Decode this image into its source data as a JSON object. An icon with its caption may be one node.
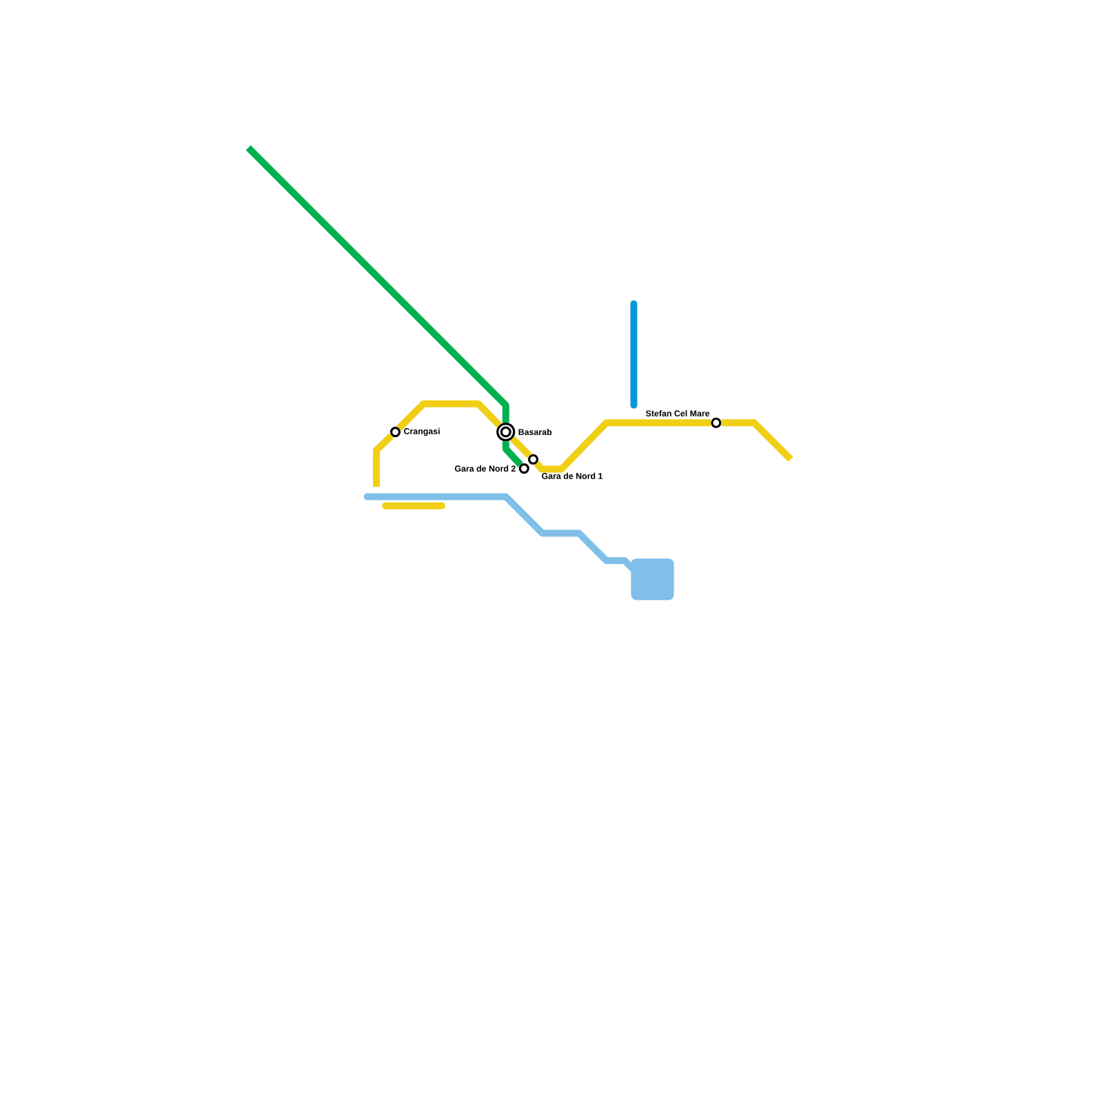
{
  "diagram": {
    "nodes": [
      {
        "text": [
          "Crangasi"
        ]
      },
      {
        "text": [
          "Basarab"
        ]
      },
      {
        "text": [
          "Gara de Nord 1"
        ]
      },
      {
        "text": [
          "Gara de Nord 2"
        ]
      },
      {
        "text": [
          "Stefan Cel Mare"
        ]
      }
    ],
    "edges": [
      {
        "from": null,
        "to": 1,
        "arrow": "none",
        "color": "#00b050"
      },
      {
        "from": 1,
        "to": 3,
        "arrow": "none",
        "color": "#00b050"
      },
      {
        "from": null,
        "to": 0,
        "arrow": "none"
      },
      {
        "from": 0,
        "to": 1,
        "arrow": "none"
      },
      {
        "from": 1,
        "to": 2,
        "arrow": "none"
      },
      {
        "from": 2,
        "to": 4,
        "arrow": "none"
      },
      {
        "from": 4,
        "to": null,
        "arrow": "none"
      }
    ]
  }
}
